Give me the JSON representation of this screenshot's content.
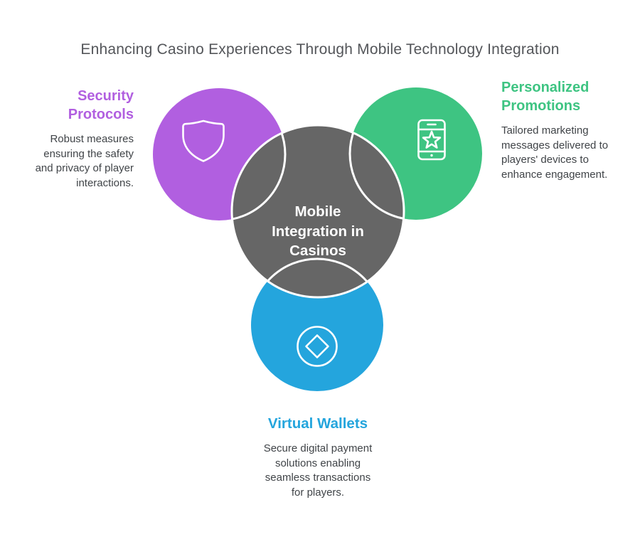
{
  "title": "Enhancing Casino Experiences Through Mobile Technology Integration",
  "colors": {
    "purple": "#b15fe0",
    "green": "#3ec482",
    "blue": "#24a5dd",
    "gray": "#666666",
    "title-text": "#54565a",
    "body-text": "#404448",
    "stroke": "#ffffff"
  },
  "center": {
    "label": "Mobile Integration in Casinos"
  },
  "nodes": {
    "security": {
      "title": "Security Protocols",
      "description": "Robust measures ensuring the safety and privacy of player interactions.",
      "color": "#b15fe0",
      "icon": "shield-icon"
    },
    "promotions": {
      "title": "Personalized Promotions",
      "description": "Tailored marketing messages delivered to players' devices to enhance engagement.",
      "color": "#3ec482",
      "icon": "smartphone-star-icon"
    },
    "wallets": {
      "title": "Virtual Wallets",
      "description": "Secure digital payment solutions enabling seamless transactions for players.",
      "color": "#24a5dd",
      "icon": "diamond-circle-icon"
    }
  }
}
